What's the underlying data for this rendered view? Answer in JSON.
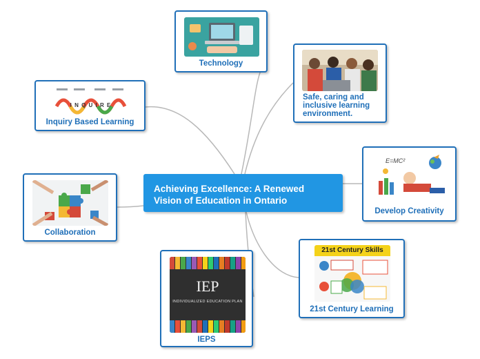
{
  "central": {
    "title": "Achieving Excellence: A Renewed Vision of Education in Ontario"
  },
  "topics": {
    "technology": "Technology",
    "safe": "Safe, caring and inclusive learning environment.",
    "inquiry": "Inquiry Based Learning",
    "creativity": "Develop Creativity",
    "collaboration": "Collaboration",
    "century": "21st Century Learning",
    "ieps": "IEPS"
  },
  "image_text": {
    "inquire": "I N Q U I R E",
    "emc2": "E=MC²",
    "century_title": "21st Century Skills",
    "iep": "IEP",
    "iep_sub": "INDIVIDUALIZED EDUCATION PLAN"
  },
  "colors": {
    "accent": "#2196e3",
    "border": "#1f6fb8",
    "link": "#b8b8b8"
  }
}
